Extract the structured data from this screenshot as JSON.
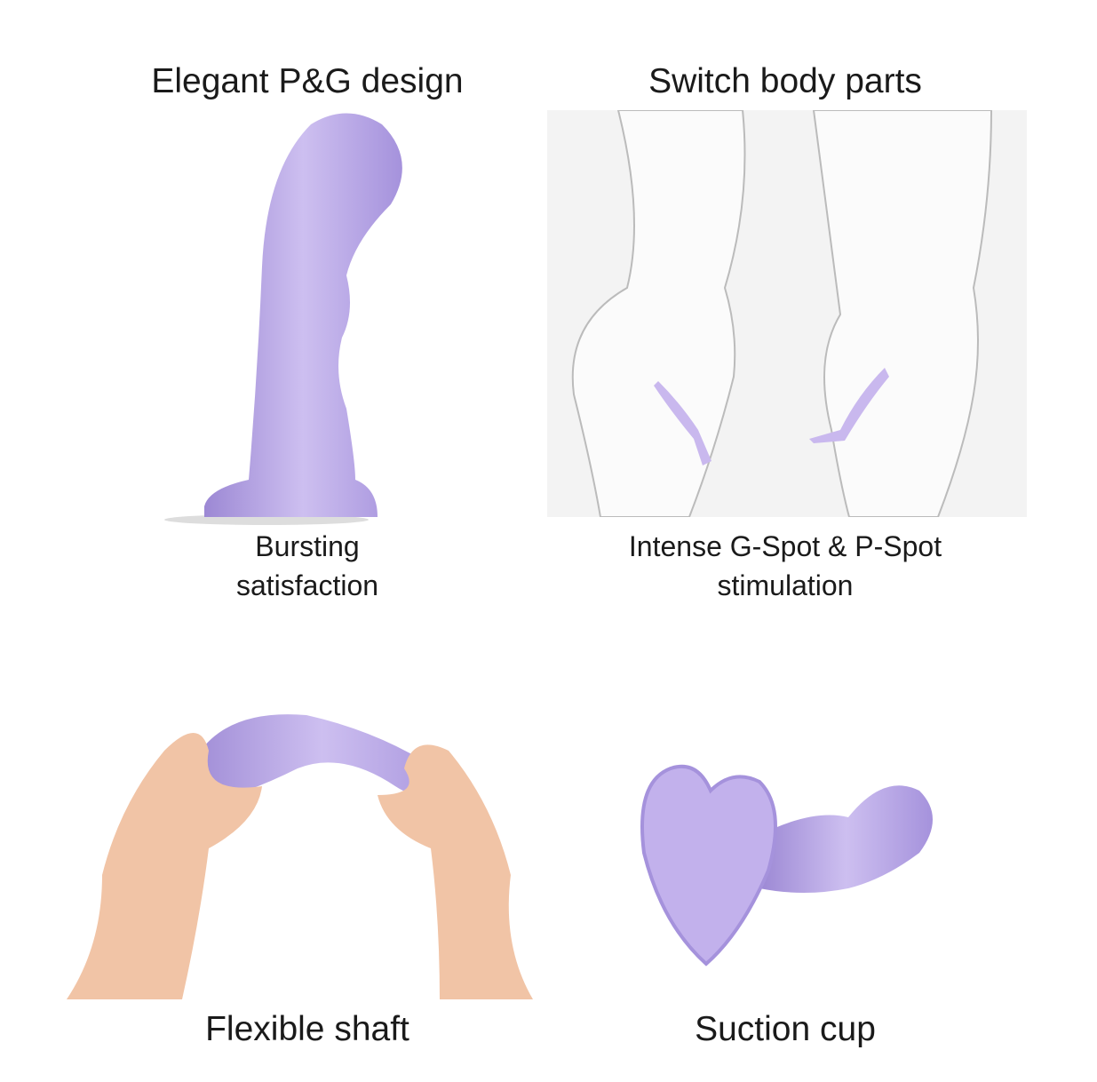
{
  "panels": [
    {
      "title": "Elegant P&G design",
      "caption_lines": [
        "Bursting",
        "satisfaction"
      ]
    },
    {
      "title": "Switch body parts",
      "caption_lines": [
        "Intense G-Spot & P-Spot",
        "stimulation"
      ]
    },
    {
      "caption": "Flexible shaft"
    },
    {
      "caption": "Suction cup"
    }
  ],
  "colors": {
    "product": "#b8a6e6",
    "product_shade": "#9c88d4",
    "background": "#ffffff",
    "photo_bg": "#f3f3f3",
    "skin": "#f1c4a6"
  }
}
